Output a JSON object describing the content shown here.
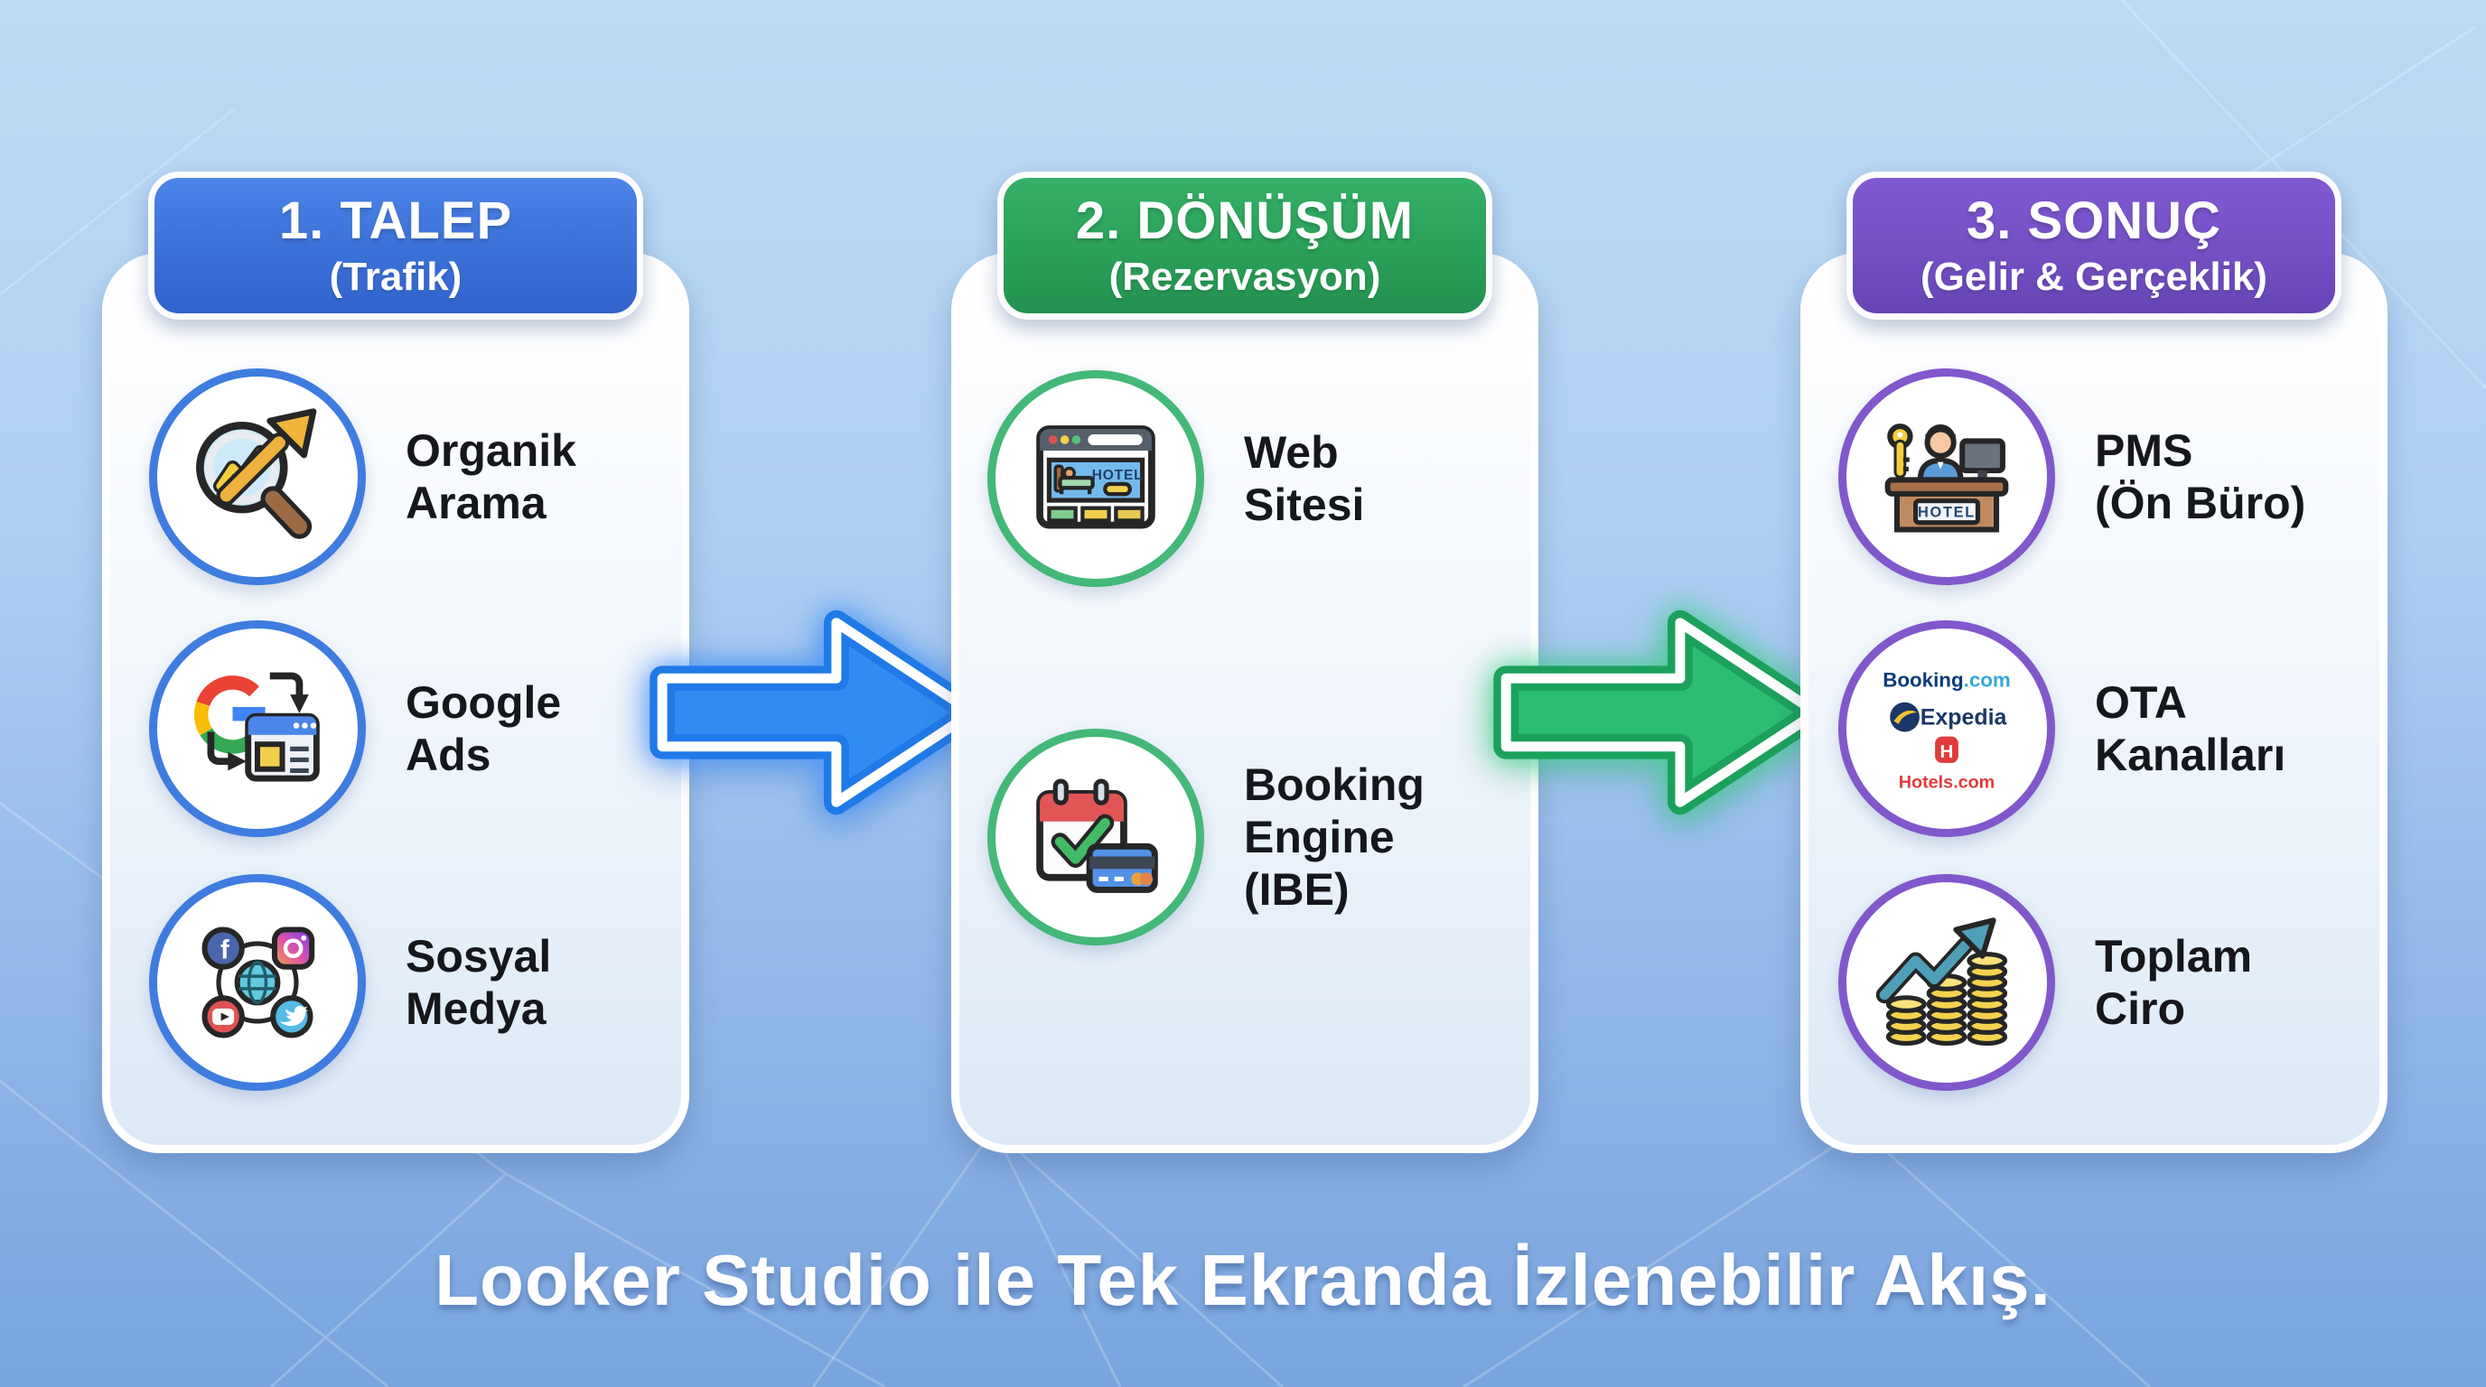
{
  "columns": [
    {
      "header": {
        "title": "1. TALEP",
        "subtitle": "(Trafik)"
      },
      "accent": "#3a6fd6",
      "items": [
        {
          "icon": "organic-search-icon",
          "label": "Organik\nArama"
        },
        {
          "icon": "google-ads-icon",
          "label": "Google\nAds"
        },
        {
          "icon": "social-media-icon",
          "label": "Sosyal\nMedya"
        }
      ]
    },
    {
      "header": {
        "title": "2. DÖNÜŞÜM",
        "subtitle": "(Rezervasyon)"
      },
      "accent": "#2aa058",
      "items": [
        {
          "icon": "hotel-website-icon",
          "label": "Web\nSitesi"
        },
        {
          "icon": "booking-engine-icon",
          "label": "Booking\nEngine\n(IBE)"
        }
      ]
    },
    {
      "header": {
        "title": "3. SONUÇ",
        "subtitle": "(Gelir & Gerçeklik)"
      },
      "accent": "#7450c4",
      "items": [
        {
          "icon": "front-desk-icon",
          "label": "PMS\n(Ön Büro)"
        },
        {
          "icon": "ota-logos-icon",
          "label": "OTA\nKanalları"
        },
        {
          "icon": "revenue-coins-icon",
          "label": "Toplam\nCiro"
        }
      ]
    }
  ],
  "icon_texts": {
    "browser_hotel": "HOTEL",
    "desk_hotel": "HOTEL",
    "booking_name": "Booking",
    "booking_suffix": ".com",
    "expedia": "Expedia",
    "hotels_h": "H",
    "hotels": "Hotels.com",
    "facebook_f": "f"
  },
  "footer": {
    "caption": "Looker Studio ile Tek Ekranda İzlenebilir Akış."
  },
  "colors": {
    "stage1_badge": "#3a6fd6",
    "stage2_badge": "#2aa058",
    "stage3_badge": "#7450c4",
    "ring1": "#3e7ce0",
    "ring2": "#43b878",
    "ring3": "#8157cc",
    "arrow_blue": "#2f8df2",
    "arrow_green": "#2cbd72",
    "background_top": "#bcdaf5",
    "background_bottom": "#79a4de",
    "label_text": "#15171c"
  }
}
